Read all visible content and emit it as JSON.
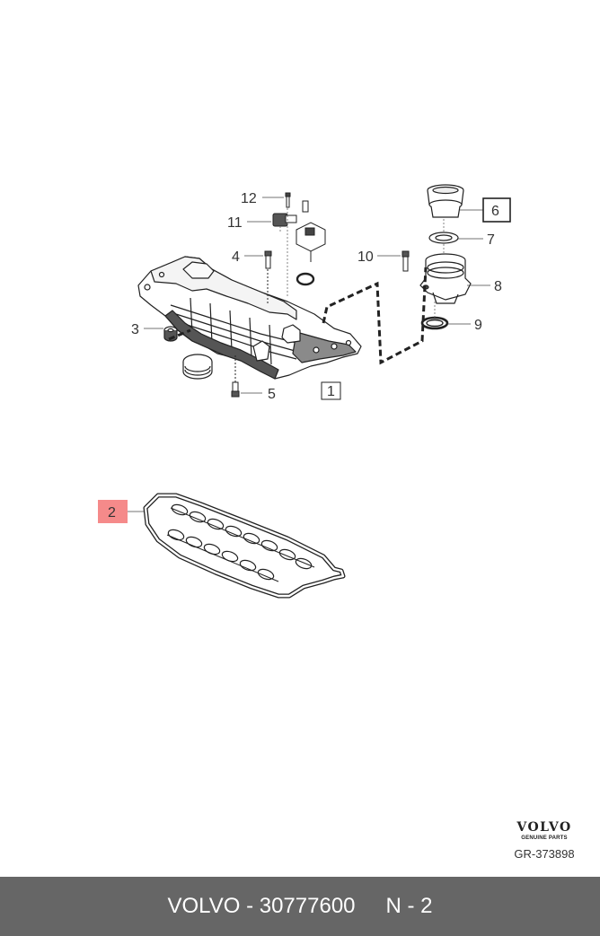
{
  "diagram": {
    "callouts": {
      "c1": "1",
      "c2": "2",
      "c3": "3",
      "c4": "4",
      "c5": "5",
      "c6": "6",
      "c7": "7",
      "c8": "8",
      "c9": "9",
      "c10": "10",
      "c11": "11",
      "c12": "12"
    },
    "highlighted_callout": "2",
    "highlight_color": "#f58a8a"
  },
  "logo": {
    "brand": "VOLVO",
    "tagline": "GENUINE PARTS"
  },
  "reference_code": "GR-373898",
  "footer": {
    "brand": "VOLVO",
    "separator": "-",
    "part_number": "30777600",
    "position_label": "N - 2"
  }
}
